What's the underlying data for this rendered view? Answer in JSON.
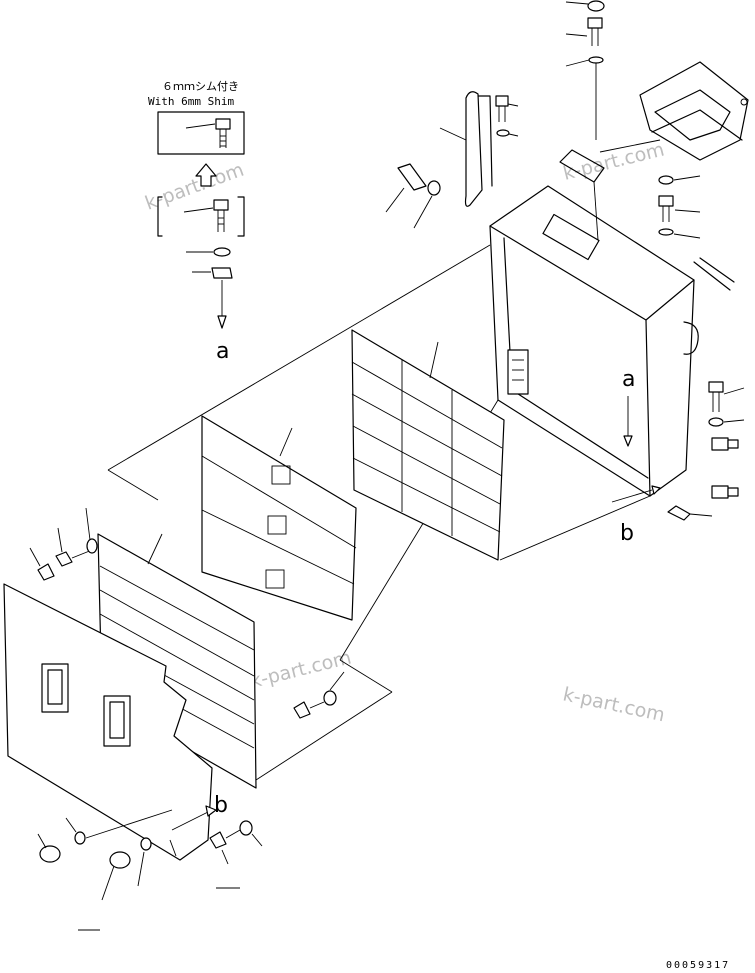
{
  "shim_note": {
    "jp": "６ｍｍシム付き",
    "en": "With 6mm Shim"
  },
  "ref_labels": {
    "a": "a",
    "b": "b"
  },
  "watermark": "k-part.com",
  "serial_number": "00059317"
}
